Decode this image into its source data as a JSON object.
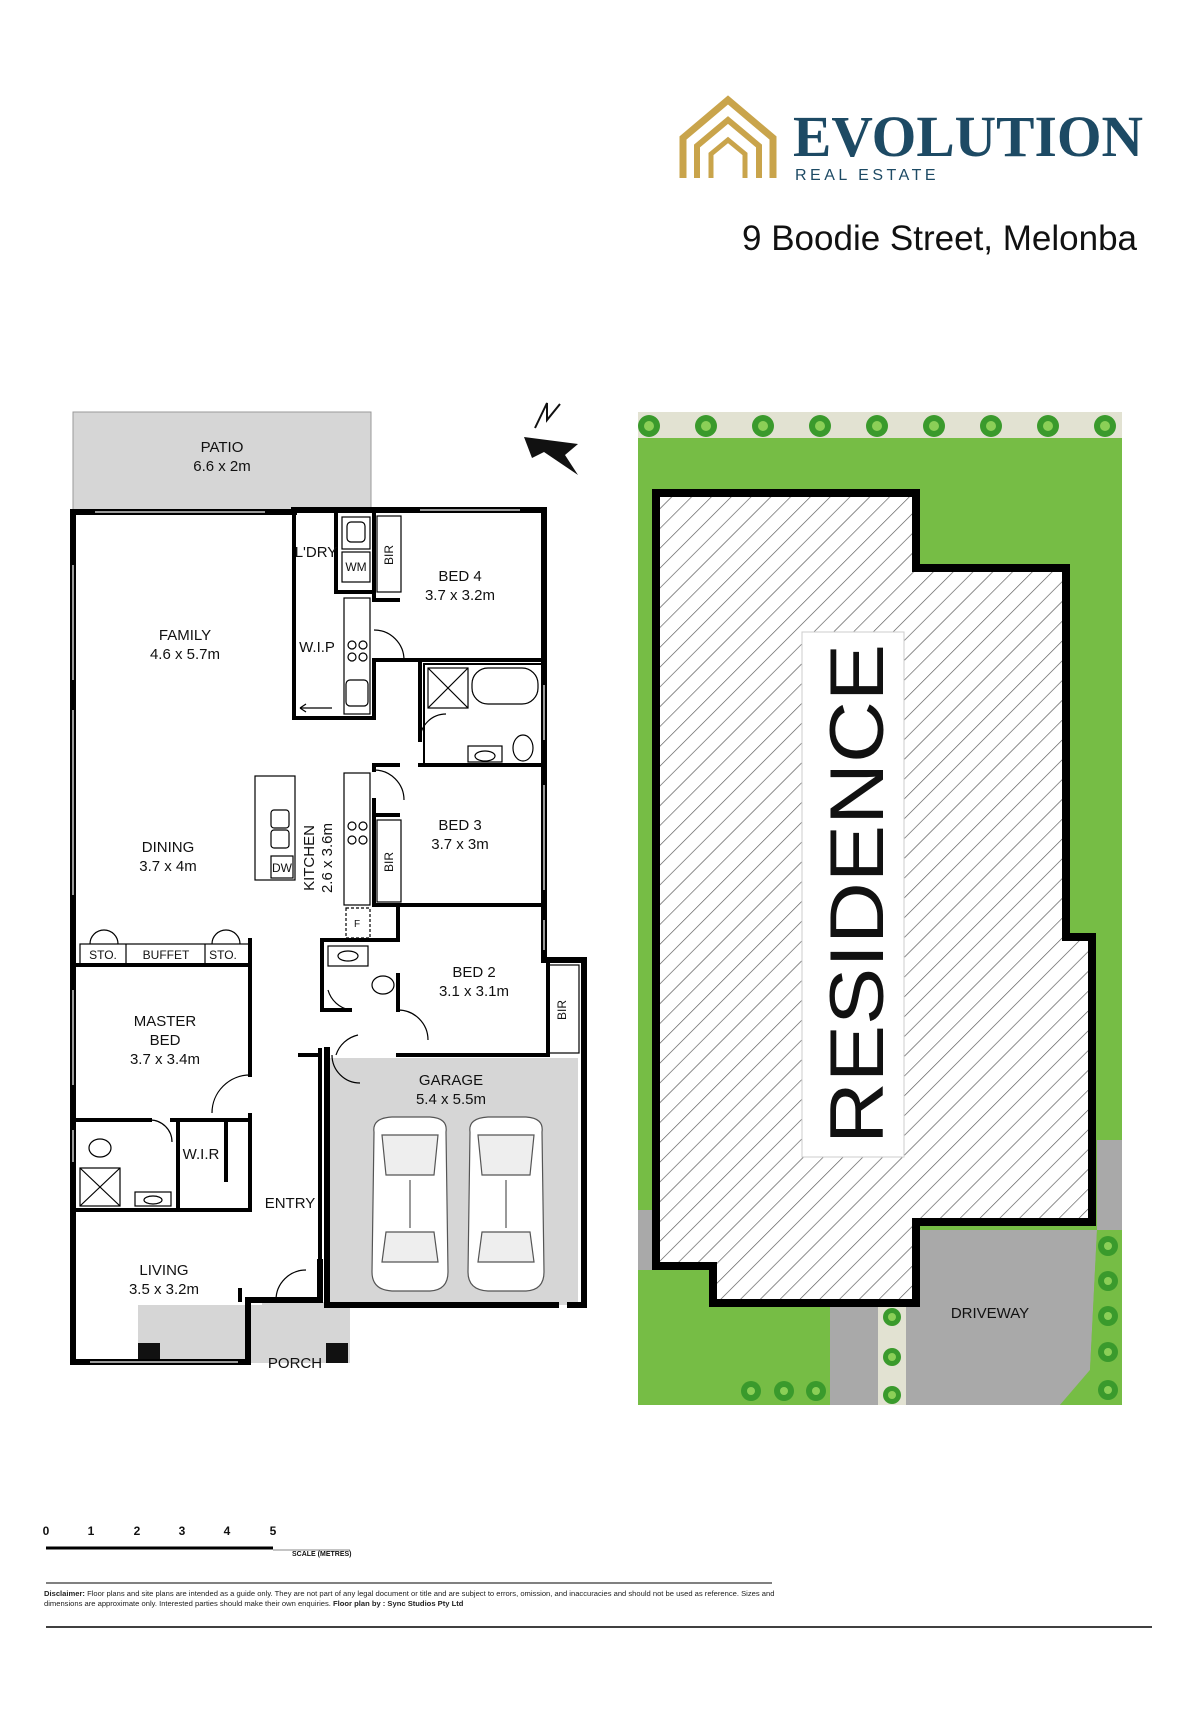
{
  "brand": {
    "name": "EVOLUTION",
    "tagline": "REAL ESTATE",
    "primary_color": "#1d4a64",
    "accent_color": "#c9a44b"
  },
  "address": "9 Boodie Street, Melonba",
  "floorplan": {
    "rooms": {
      "patio": {
        "name": "PATIO",
        "dims": "6.6 x 2m"
      },
      "family": {
        "name": "FAMILY",
        "dims": "4.6 x 5.7m"
      },
      "laundry": {
        "name": "L'DRY"
      },
      "wm": {
        "name": "WM"
      },
      "bir_top": {
        "name": "BIR"
      },
      "bed4": {
        "name": "BED 4",
        "dims": "3.7 x 3.2m"
      },
      "wip": {
        "name": "W.I.P"
      },
      "bed3": {
        "name": "BED 3",
        "dims": "3.7 x 3m"
      },
      "bir_mid": {
        "name": "BIR"
      },
      "kitchen": {
        "name": "KITCHEN",
        "dims": "2.6 x 3.6m"
      },
      "dw": {
        "name": "DW"
      },
      "fridge": {
        "name": "F"
      },
      "dining": {
        "name": "DINING",
        "dims": "3.7 x 4m"
      },
      "sto_left": {
        "name": "STO."
      },
      "buffet": {
        "name": "BUFFET"
      },
      "sto_right": {
        "name": "STO."
      },
      "bed2": {
        "name": "BED 2",
        "dims": "3.1 x 3.1m"
      },
      "bir_bed2": {
        "name": "BIR"
      },
      "master": {
        "name_line1": "MASTER",
        "name_line2": "BED",
        "dims": "3.7 x 3.4m"
      },
      "wir": {
        "name": "W.I.R"
      },
      "garage": {
        "name": "GARAGE",
        "dims": "5.4 x 5.5m"
      },
      "entry": {
        "name": "ENTRY"
      },
      "living": {
        "name": "LIVING",
        "dims": "3.5 x 3.2m"
      },
      "porch": {
        "name": "PORCH"
      }
    }
  },
  "siteplan": {
    "residence_label": "RESIDENCE",
    "driveway_label": "DRIVEWAY",
    "lawn_color": "#76bd45",
    "hard_surface_color": "#a9a9a9",
    "path_color": "#e2e2d2"
  },
  "scale": {
    "ticks": [
      "0",
      "1",
      "2",
      "3",
      "4",
      "5"
    ],
    "label": "SCALE (METRES)"
  },
  "disclaimer": {
    "heading": "Disclaimer:",
    "body": "Floor plans and site plans are intended as a guide only. They are not part of any legal document or title and are subject to errors, omission, and inaccuracies and should not be used as reference. Sizes and dimensions are approximate only. Interested parties should make their own enquiries.",
    "credit": "Floor plan by : Sync Studios Pty Ltd"
  }
}
